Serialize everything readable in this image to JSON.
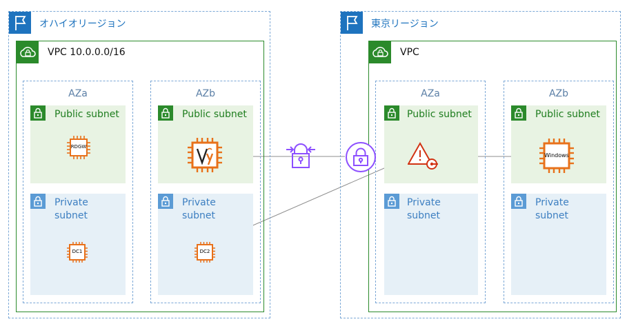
{
  "regions": [
    {
      "label": "オハイオリージョン",
      "vpc_label": "VPC 10.0.0.0/16"
    },
    {
      "label": "東京リージョン",
      "vpc_label": "VPC"
    }
  ],
  "az": {
    "a": "AZa",
    "b": "AZb"
  },
  "subnets": {
    "public": "Public subnet",
    "private_line1": "Private",
    "private_line2": "subnet"
  },
  "instances": {
    "rdgw": "RDGW",
    "dc1": "DC1",
    "dc2": "DC2",
    "windows": "Windows"
  },
  "colors": {
    "region": "#1e73be",
    "vpc": "#2b8a2b",
    "public_bg": "#e8f3e3",
    "private_bg": "#e6f0f7",
    "ec2": "#e8711a",
    "vpn": "#8c4fff",
    "alert": "#d13212",
    "line": "#8c8c8c"
  },
  "icons": [
    "flag-icon",
    "cloud-lock-icon",
    "padlock-icon",
    "ec2-instance-icon",
    "vyos-icon",
    "vpn-gateway-icon",
    "customer-gateway-icon",
    "alert-triangle-icon"
  ]
}
